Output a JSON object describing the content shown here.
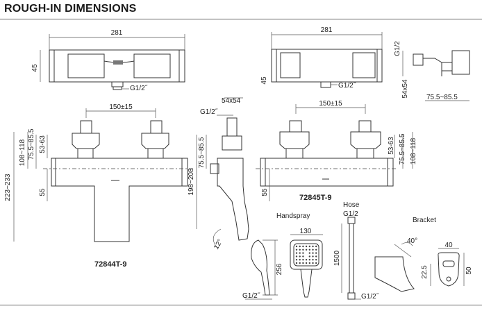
{
  "title": "ROUGH-IN DIMENSIONS",
  "dims": {
    "w281": "281",
    "h45": "45",
    "g12": "G1/2˝",
    "g12b": "G1/2",
    "c150": "150±15",
    "d108": "108~118",
    "d75": "75.5~85.5",
    "d53": "53-63",
    "d223": "223~233",
    "d55": "55",
    "d54x54": "54x54",
    "d198": "198~208",
    "ang12": "12°",
    "ang40": "40°",
    "d130": "130",
    "d256": "256",
    "d1500": "1500",
    "d40": "40",
    "d22": "22.5",
    "d50": "50"
  },
  "labels": {
    "m1": "72844T-9",
    "m2": "72845T-9",
    "handspray": "Handspray",
    "hose": "Hose",
    "bracket": "Bracket"
  }
}
